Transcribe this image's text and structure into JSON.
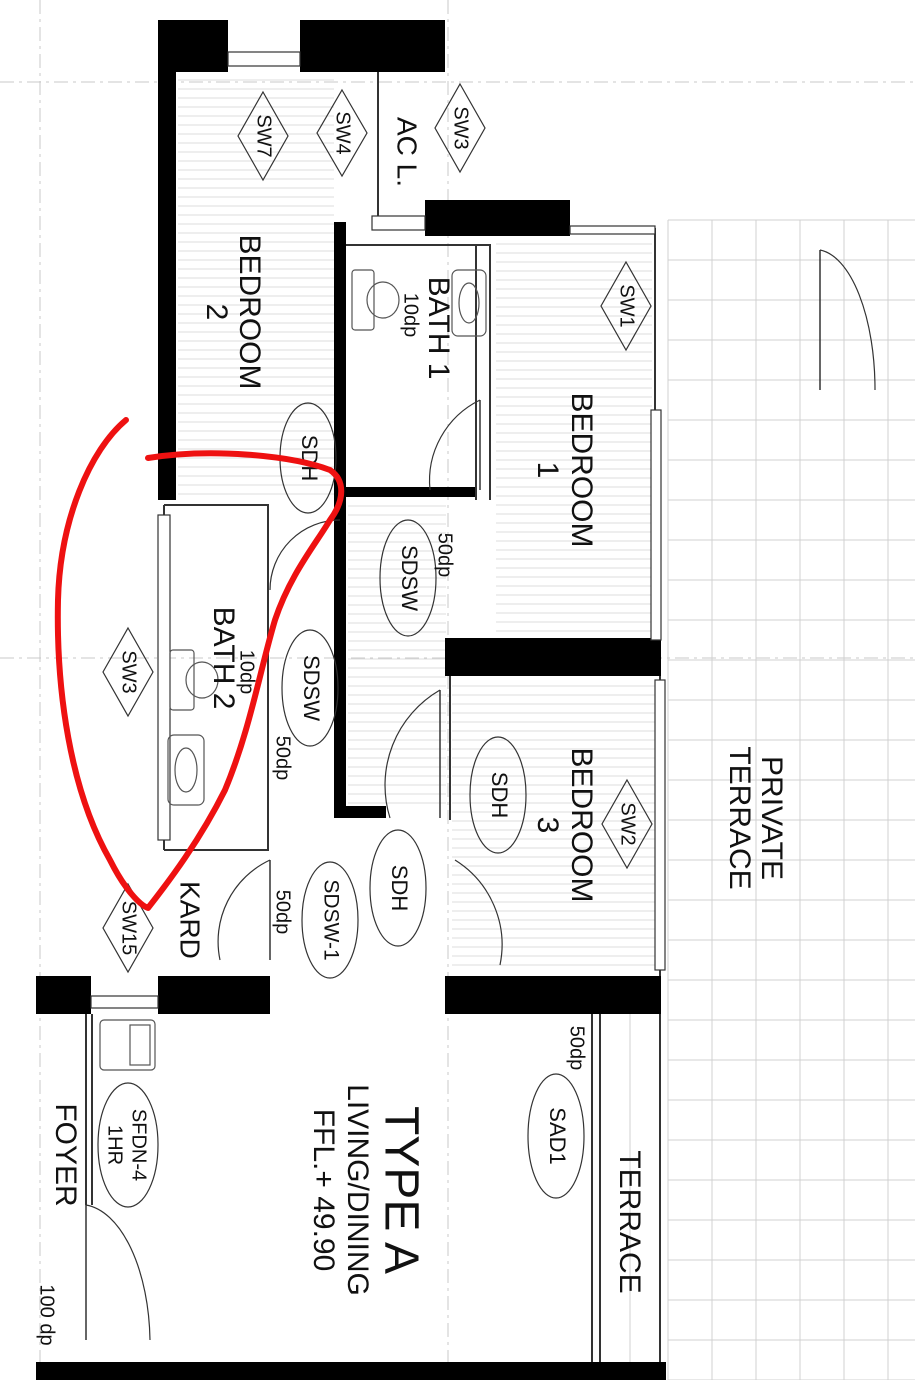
{
  "drawing": {
    "type_label": "TYPE A",
    "level_label": "FFL.+ 49.90"
  },
  "rooms": {
    "bedroom_2_line1": "BEDROOM",
    "bedroom_2_line2": "2",
    "bedroom_1_line1": "BEDROOM",
    "bedroom_1_line2": "1",
    "bedroom_3_line1": "BEDROOM",
    "bedroom_3_line2": "3",
    "bath_1": "BATH 1",
    "bath_2": "BATH 2",
    "ac_ledge": "AC L.",
    "living_dining": "LIVING/DINING",
    "private_terrace_line1": "PRIVATE",
    "private_terrace_line2": "TERRACE",
    "terrace": "TERRACE",
    "foyer": "FOYER",
    "wardrobe_fragment": "KARD"
  },
  "door_tags": {
    "sdh_bedroom2": "SDH",
    "sdh_bedroom3": "SDH",
    "sdh_living": "SDH",
    "sdsw_bath1": "SDSW",
    "sdsw_bath2": "SDSW",
    "sdsw_1": "SDSW-1",
    "sad1": "SAD1",
    "sfdn4_line1": "SFDN-4",
    "sfdn4_line2": "1HR"
  },
  "window_tags": {
    "sw1": "SW1",
    "sw2": "SW2",
    "sw3_top": "SW3",
    "sw3_left": "SW3",
    "sw4": "SW4",
    "sw7": "SW7",
    "sw15": "SW15"
  },
  "drops": {
    "bath1_10dp": "10dp",
    "bath1_50dp": "50dp",
    "bath2_10dp": "10dp",
    "bath2_50dp": "50dp",
    "sdsw1_50dp": "50dp",
    "terrace_50dp": "50dp",
    "foyer_100dp": "100 dp"
  },
  "colors": {
    "wall": "#000000",
    "markup": "#ee1111",
    "grid": "#c8c8c8"
  }
}
